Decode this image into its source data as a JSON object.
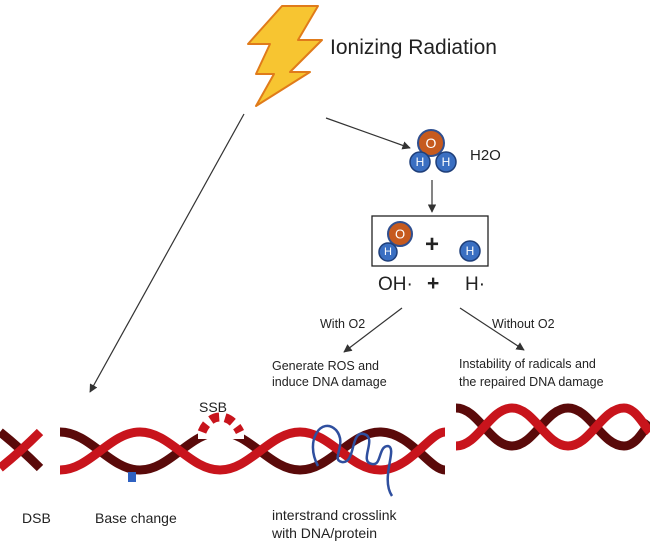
{
  "title": "Ionizing Radiation",
  "molecule": {
    "label": "H2O",
    "oxygen_symbol": "O",
    "hydrogen_symbol": "H"
  },
  "split": {
    "plus": "+",
    "products_oh": "OH·",
    "products_plus": "+",
    "products_h": "H·"
  },
  "paths": {
    "with_o2": "With O2",
    "without_o2": "Without O2",
    "with_o2_result_line1": "Generate ROS and",
    "with_o2_result_line2": "induce DNA damage",
    "without_o2_result_line1": "Instability of radicals and",
    "without_o2_result_line2": "the repaired DNA damage"
  },
  "damage_labels": {
    "dsb": "DSB",
    "base_change": "Base change",
    "ssb": "SSB",
    "crosslink_line1": "interstrand crosslink",
    "crosslink_line2": "with DNA/protein"
  },
  "colors": {
    "bolt_fill": "#f7c531",
    "bolt_stroke": "#e07b1a",
    "oxygen": "#c65a1e",
    "hydrogen": "#3a6fc2",
    "dna_dark": "#5a0a0a",
    "dna_red": "#c8141c",
    "protein": "#2f4f9f"
  }
}
